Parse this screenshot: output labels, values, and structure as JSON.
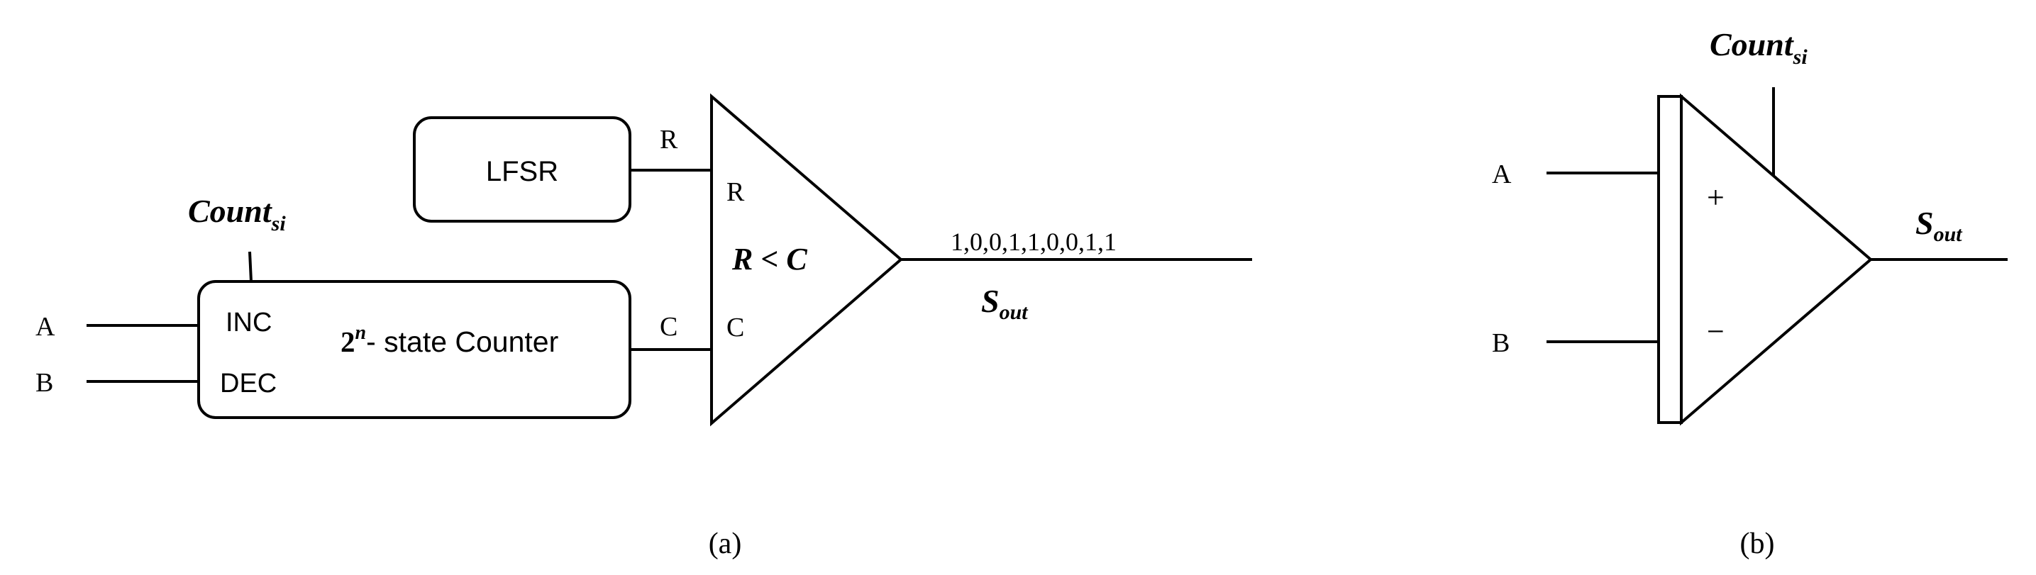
{
  "panel_a": {
    "caption": "(a)",
    "count_label": {
      "base": "Count",
      "sub": "si"
    },
    "input_a": "A",
    "input_b": "B",
    "counter": {
      "inc": "INC",
      "dec": "DEC",
      "title_base": "2",
      "title_sup": "n",
      "title_rest": "- state Counter"
    },
    "lfsr": "LFSR",
    "wire_r": "R",
    "wire_c": "C",
    "comparator": {
      "port_r": "R",
      "port_c": "C",
      "expression": "R < C"
    },
    "bitstream": "1,0,0,1,1,0,0,1,1",
    "output": {
      "base": "S",
      "sub": "out"
    }
  },
  "panel_b": {
    "caption": "(b)",
    "count_label": {
      "base": "Count",
      "sub": "si"
    },
    "input_a": "A",
    "input_b": "B",
    "plus": "+",
    "minus": "−",
    "output": {
      "base": "S",
      "sub": "out"
    }
  }
}
